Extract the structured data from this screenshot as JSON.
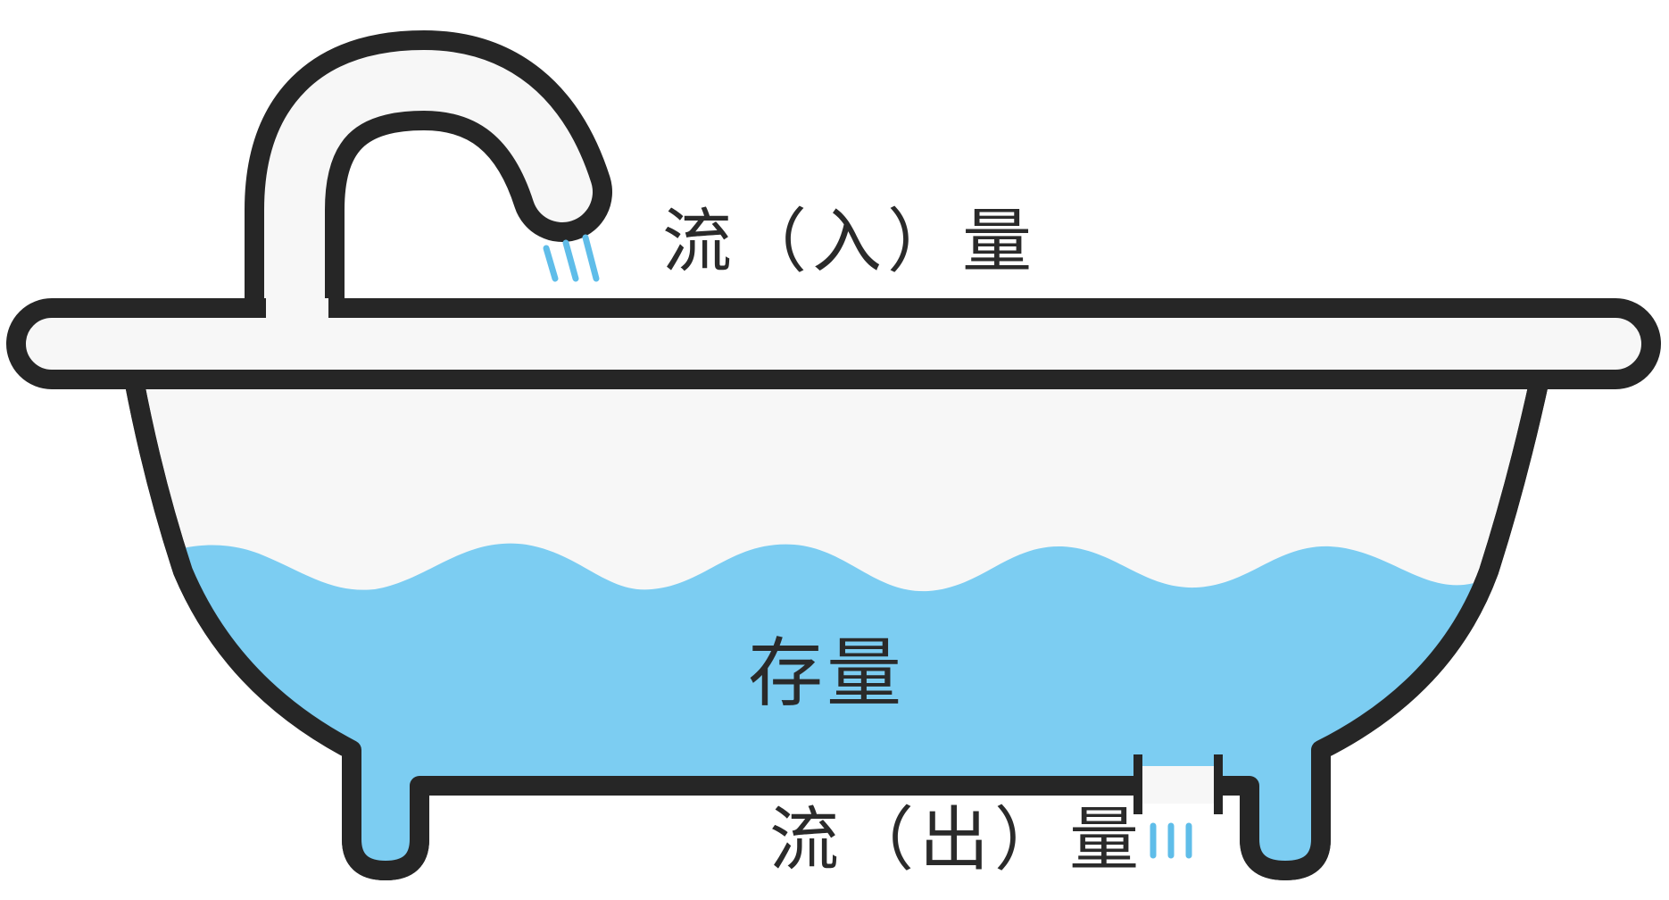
{
  "labels": {
    "inflow": "流（入）量",
    "stock": "存量",
    "outflow": "流（出）量"
  },
  "colors": {
    "outline": "#262626",
    "water": "#7ccdf2",
    "tub_fill": "#f7f7f7",
    "stream": "#5fbde9",
    "text": "#2a2a2a"
  },
  "icons": {
    "faucet": "faucet-icon",
    "bathtub": "bathtub-icon",
    "drain": "drain-pipe-icon"
  }
}
